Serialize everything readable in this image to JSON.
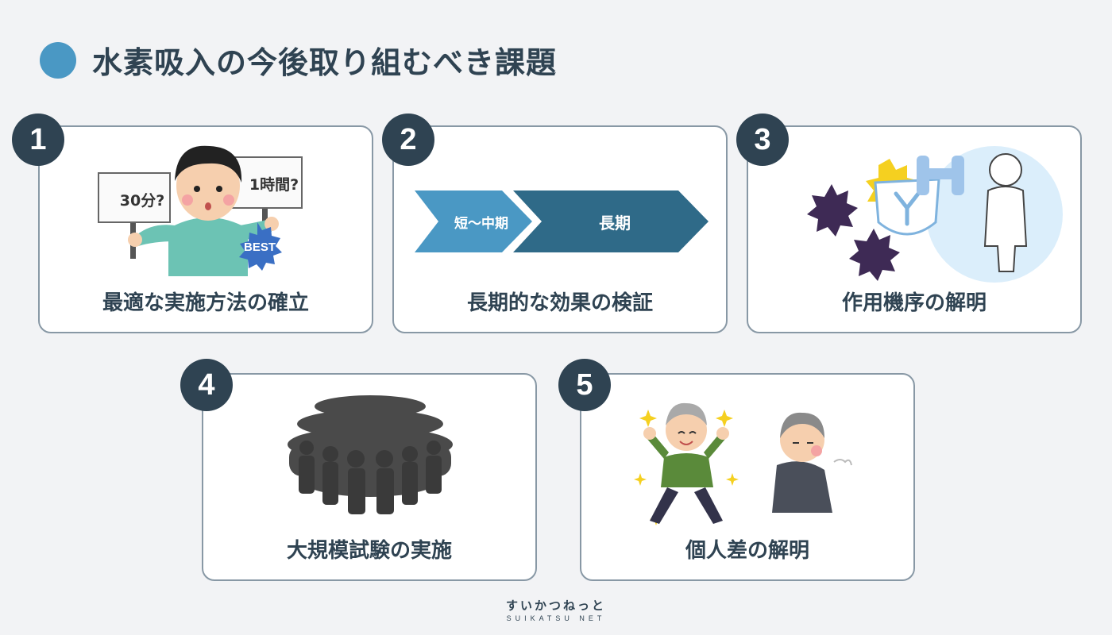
{
  "title": "水素吸入の今後取り組むべき課題",
  "cards": [
    {
      "number": "1",
      "label": "最適な実施方法の確立",
      "illustration": "person-holding-signs",
      "signs": [
        "30分?",
        "1時間?"
      ],
      "badge": "BEST"
    },
    {
      "number": "2",
      "label": "長期的な効果の検証",
      "illustration": "timeline-arrows",
      "arrows": [
        "短〜中期",
        "長期"
      ],
      "colors": {
        "short": "#4a98c4",
        "long": "#2f6a88"
      }
    },
    {
      "number": "3",
      "label": "作用機序の解明",
      "illustration": "immune-defense"
    },
    {
      "number": "4",
      "label": "大規模試験の実施",
      "illustration": "crowd-silhouette"
    },
    {
      "number": "5",
      "label": "個人差の解明",
      "illustration": "energetic-and-tired-elders"
    }
  ],
  "footer": {
    "jp": "すいかつねっと",
    "en": "SUIKATSU NET"
  },
  "colors": {
    "accent": "#4a98c4",
    "dark": "#2f4352",
    "border": "#8898a5",
    "background": "#f2f3f5"
  }
}
